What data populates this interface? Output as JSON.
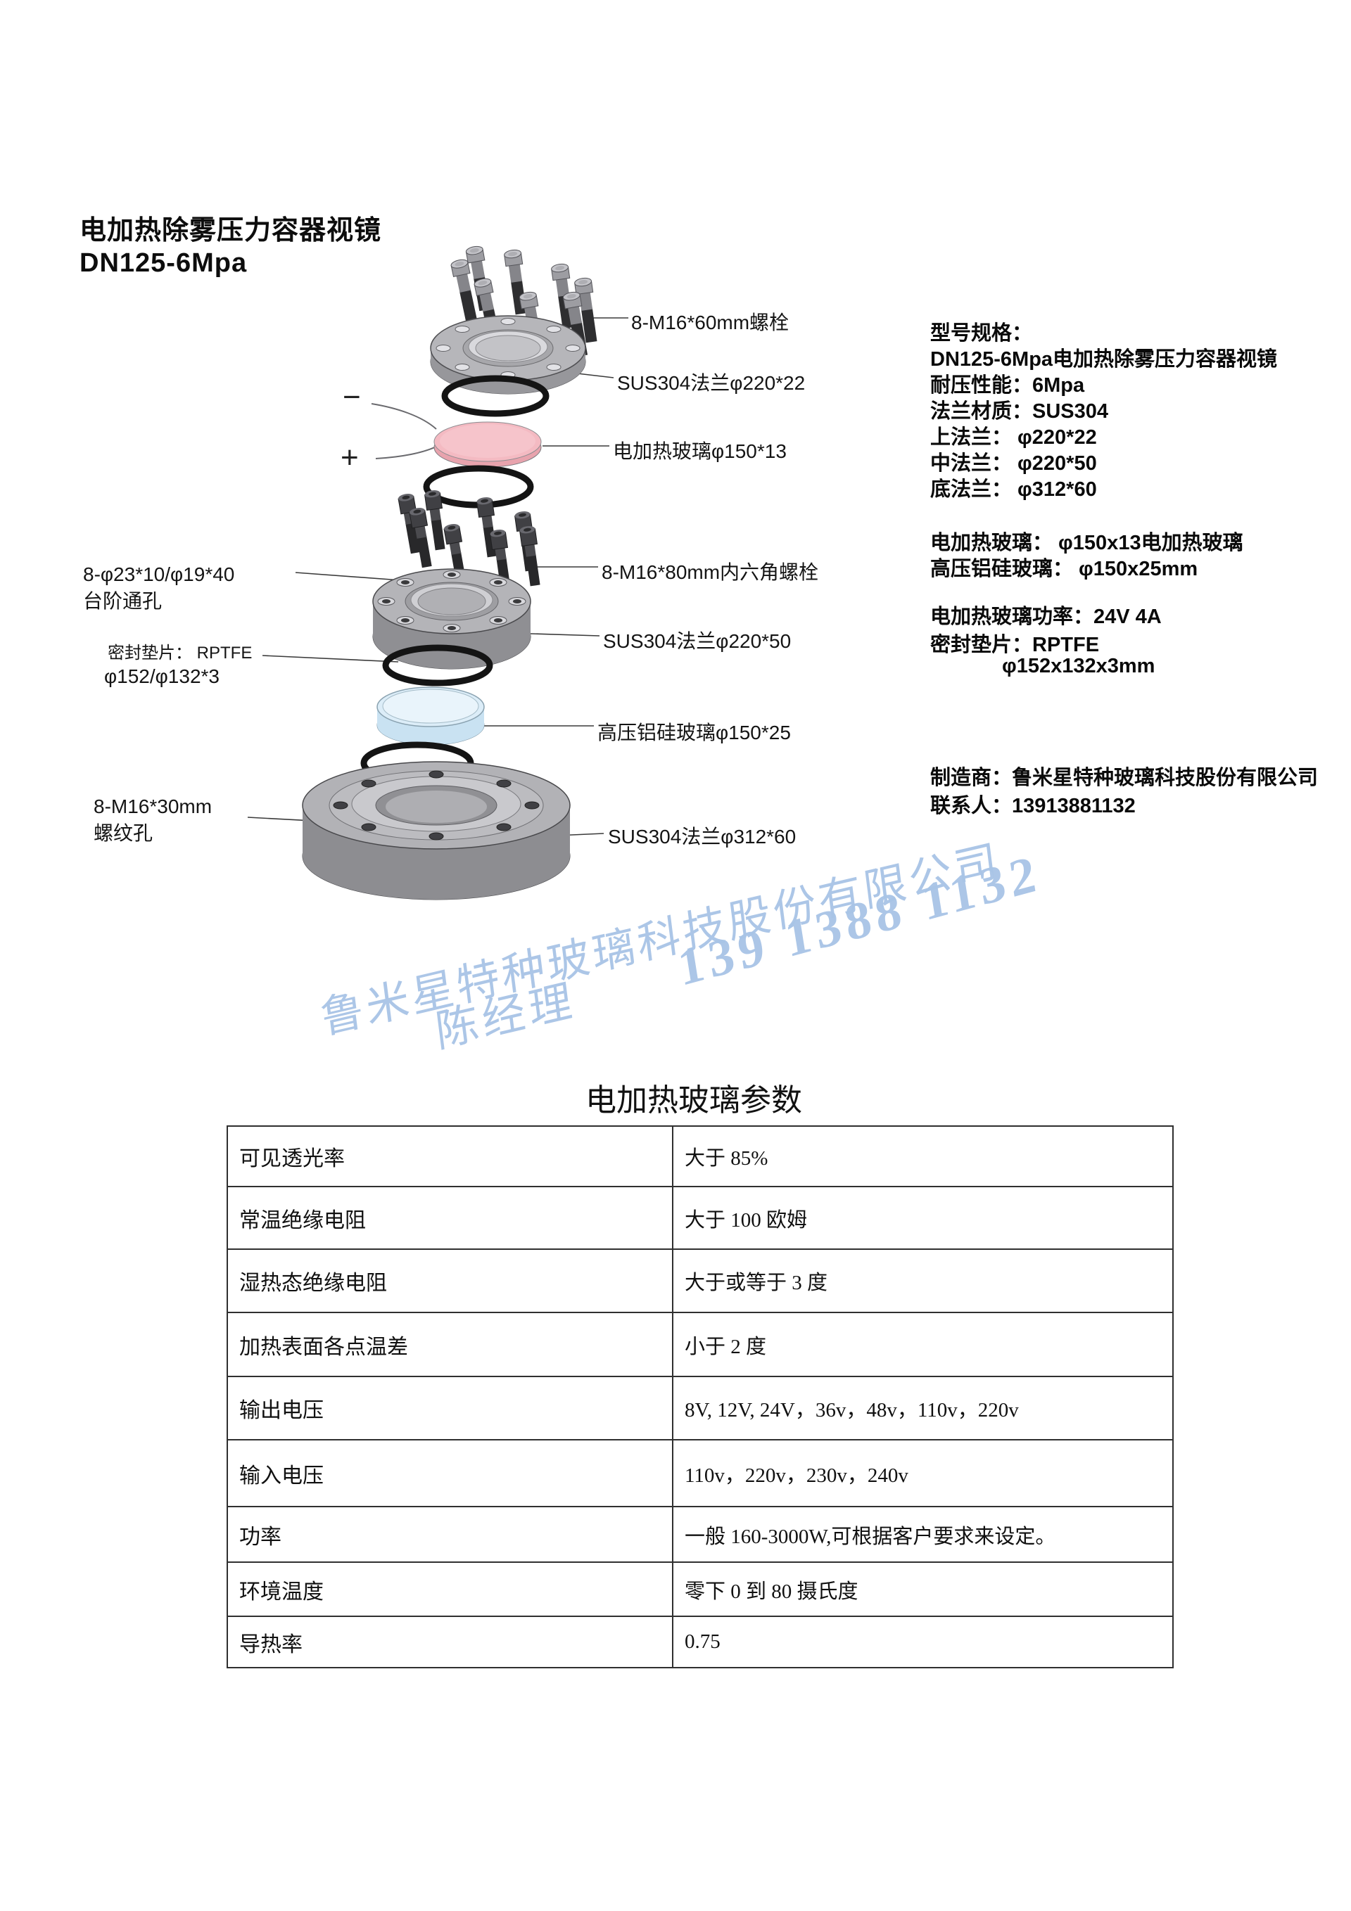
{
  "title": {
    "line1": "电加热除雾压力容器视镜",
    "line2": "DN125-6Mpa"
  },
  "diagram": {
    "callouts": {
      "bolts_top": "8-M16*60mm螺栓",
      "flange_top": "SUS304法兰φ220*22",
      "heated_glass": "电加热玻璃φ150*13",
      "bolts_mid": "8-M16*80mm内六角螺栓",
      "flange_mid": "SUS304法兰φ220*50",
      "alu_glass": "高压铝硅玻璃φ150*25",
      "flange_bottom": "SUS304法兰φ312*60",
      "step_hole_line1": "8-φ23*10/φ19*40",
      "step_hole_line2": "台阶通孔",
      "gasket_line1": "密封垫片： RPTFE",
      "gasket_line2": "φ152/φ132*3",
      "thread_hole_line1": "8-M16*30mm",
      "thread_hole_line2": "螺纹孔"
    },
    "polarity": {
      "minus": "−",
      "plus": "+"
    },
    "part_colors": {
      "flange_gray": "#b4b4b8",
      "heated_glass_pink": "#f4bac2",
      "alu_glass_blue": "#dcedf8",
      "o_ring_black": "#141414"
    }
  },
  "specs": {
    "block1": [
      "型号规格：",
      "DN125-6Mpa电加热除雾压力容器视镜",
      "耐压性能：6Mpa",
      "法兰材质：SUS304",
      "上法兰： φ220*22",
      "中法兰： φ220*50",
      "底法兰： φ312*60"
    ],
    "block2": [
      "电加热玻璃： φ150x13电加热玻璃",
      "高压铝硅玻璃： φ150x25mm"
    ],
    "block3": [
      "电加热玻璃功率：24V  4A",
      "密封垫片：RPTFE"
    ],
    "block3_indent": "φ152x132x3mm",
    "block4": [
      "制造商：鲁米星特种玻璃科技股份有限公司",
      "联系人：13913881132"
    ]
  },
  "watermark": {
    "company": "鲁米星特种玻璃科技股份有限公司",
    "contact": "陈经理",
    "phone": "139 1388 1132",
    "color": "#a8c4e6"
  },
  "table": {
    "title": "电加热玻璃参数",
    "rows": [
      {
        "name": "可见透光率",
        "value": "大于 85%"
      },
      {
        "name": "常温绝缘电阻",
        "value": "大于 100 欧姆"
      },
      {
        "name": "湿热态绝缘电阻",
        "value": "大于或等于 3 度"
      },
      {
        "name": "加热表面各点温差",
        "value": "小于 2 度"
      },
      {
        "name": "输出电压",
        "value": "8V, 12V, 24V，36v，48v，110v，220v"
      },
      {
        "name": "输入电压",
        "value": "110v，220v，230v，240v"
      },
      {
        "name": "功率",
        "value": "一般 160-3000W,可根据客户要求来设定。"
      },
      {
        "name": "环境温度",
        "value": "零下 0 到 80 摄氏度"
      },
      {
        "name": "导热率",
        "value": "0.75"
      }
    ]
  }
}
